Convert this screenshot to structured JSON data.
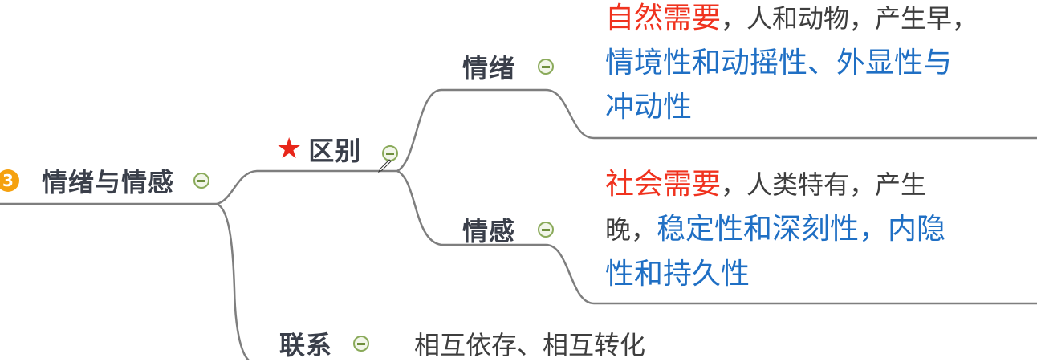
{
  "mindmap": {
    "root": {
      "badge": "3",
      "label": "情绪与情感"
    },
    "differences": {
      "label": "区别",
      "icon": "star",
      "children": [
        {
          "label": "情绪",
          "description": {
            "line1_red": "自然需要",
            "line1_gray": "，人和动物，产生早，",
            "line2_blue": "情境性和动摇性、外显性与",
            "line3_blue": "冲动性"
          }
        },
        {
          "label": "情感",
          "description": {
            "line1_red": "社会需要",
            "line1_gray": "，人类特有，产生",
            "line2_gray": "晚，",
            "line2_blue": "稳定性和深刻性，内隐",
            "line3_blue": "性和持久性"
          }
        }
      ]
    },
    "relation": {
      "label": "联系",
      "description": "相互依存、相互转化"
    }
  },
  "colors": {
    "badge": "#f5a10f",
    "star": "#e8261a",
    "highlight_red": "#f0321e",
    "highlight_blue": "#1f6fc4",
    "collapse_green": "#8aaa5a",
    "connector": "#7a7a7a"
  }
}
